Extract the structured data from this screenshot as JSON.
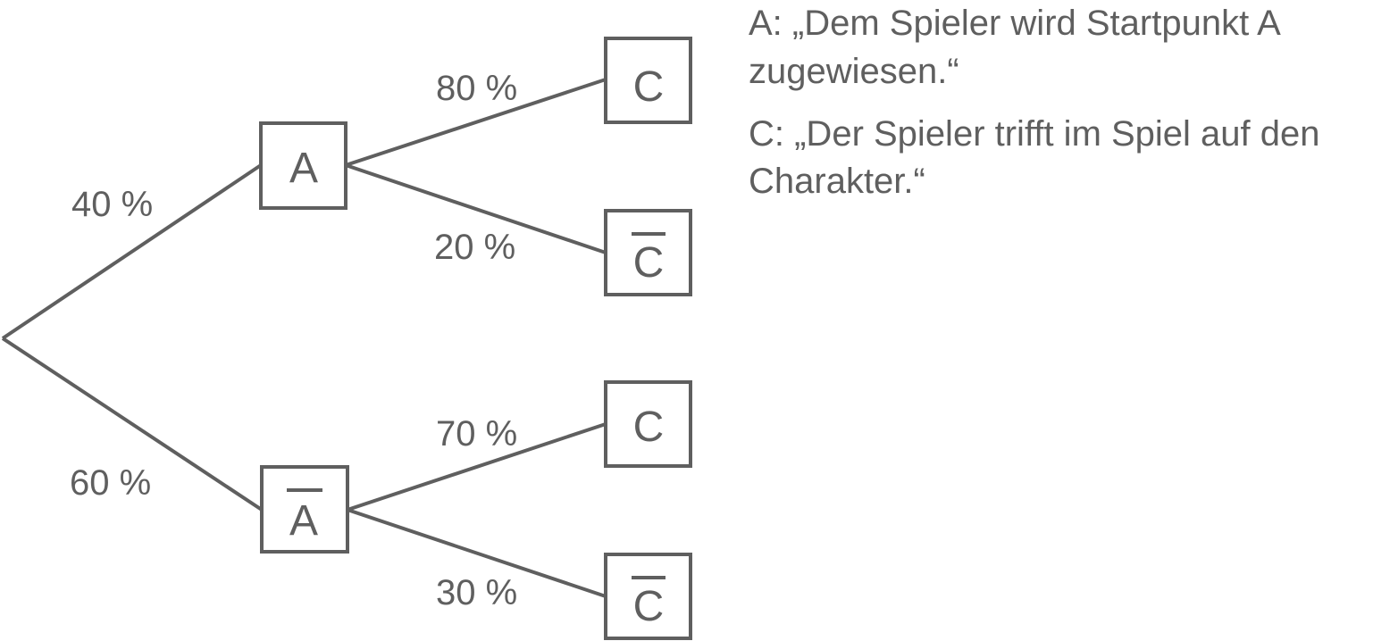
{
  "diagram": {
    "root": {
      "children": [
        {
          "event": "A",
          "complement": false,
          "probability": "40 %",
          "children": [
            {
              "event": "C",
              "complement": false,
              "probability": "80 %"
            },
            {
              "event": "C",
              "complement": true,
              "probability": "20 %"
            }
          ]
        },
        {
          "event": "A",
          "complement": true,
          "probability": "60 %",
          "children": [
            {
              "event": "C",
              "complement": false,
              "probability": "70 %"
            },
            {
              "event": "C",
              "complement": true,
              "probability": "30 %"
            }
          ]
        }
      ]
    },
    "stroke_color": "#5f5f5f"
  },
  "legend": {
    "lines": [
      "A: „Dem Spieler wird Startpunkt A",
      "zugewiesen.“",
      "C: „Der Spieler trifft im Spiel auf den",
      "Charakter.“"
    ]
  }
}
